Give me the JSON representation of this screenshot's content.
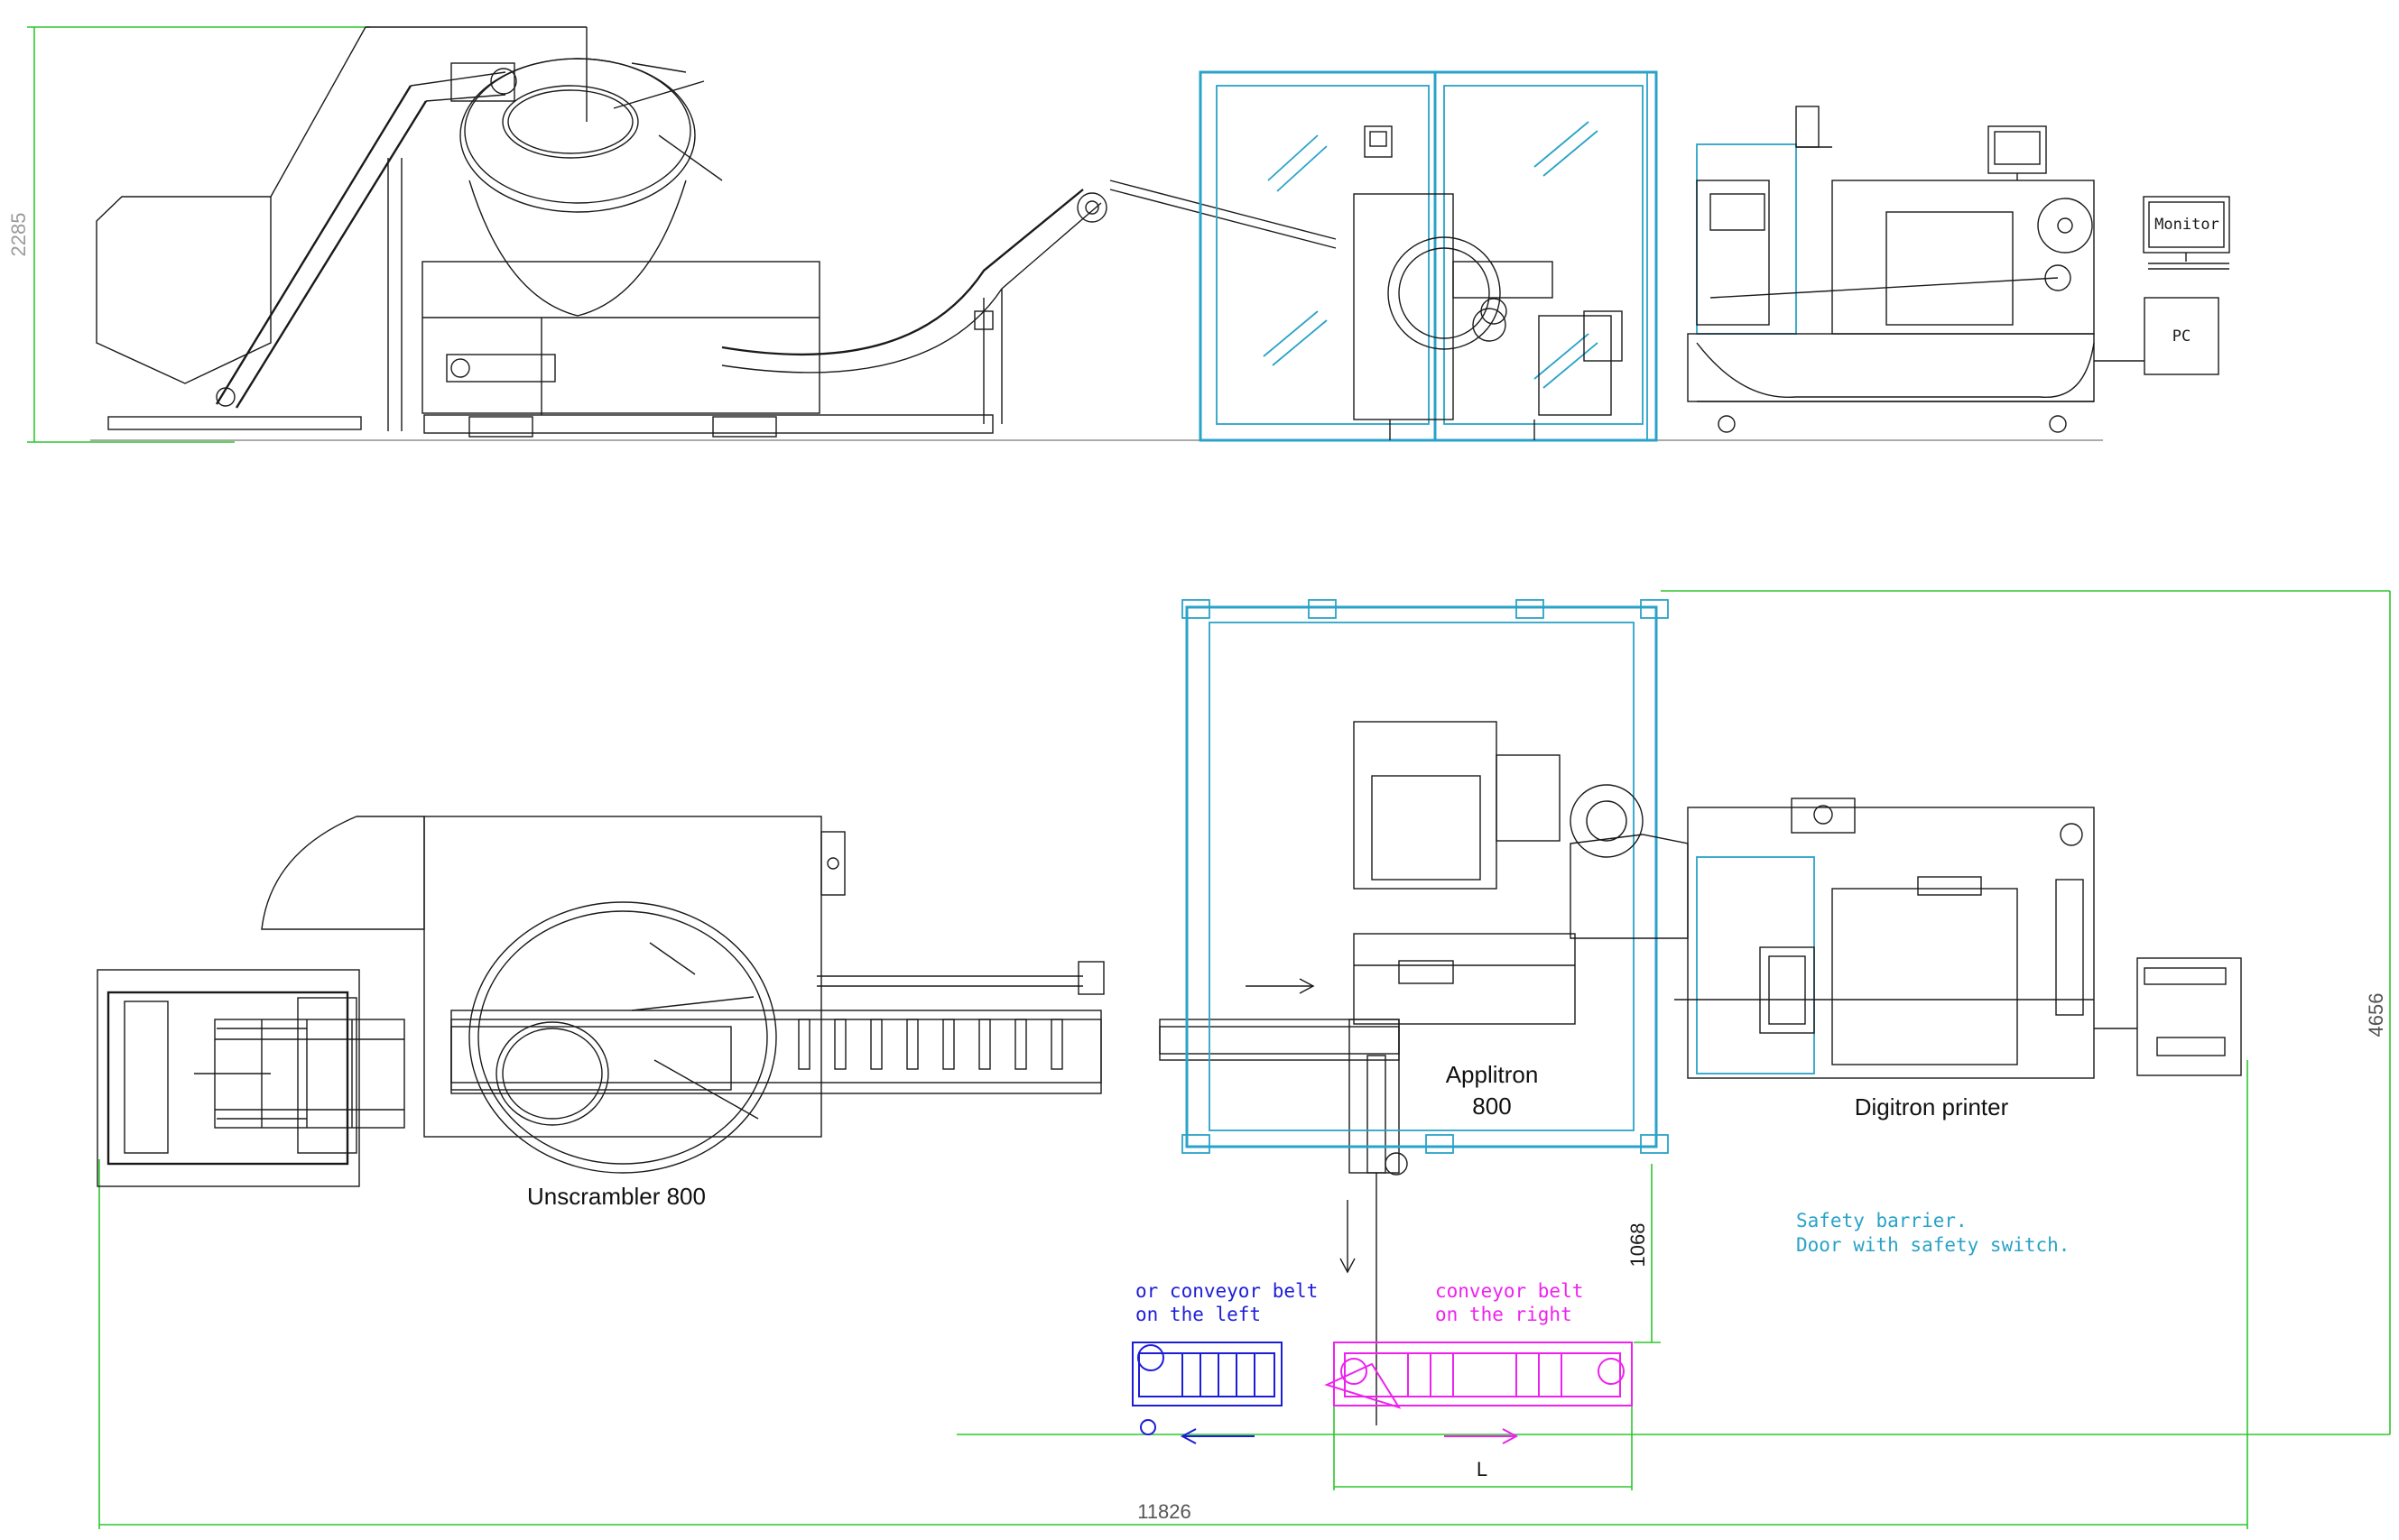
{
  "dimensions": {
    "height_top": "2285",
    "depth_plan": "4656",
    "total_length": "11826",
    "distance_outfeed": "1068",
    "belt_length": "L"
  },
  "labels": {
    "monitor": "Monitor",
    "pc": "PC",
    "unscrambler": "Unscrambler 800",
    "applitron_line1": "Applitron",
    "applitron_line2": "800",
    "printer": "Digitron printer"
  },
  "notes": {
    "safety_line1": "Safety barrier.",
    "safety_line2": "Door with safety switch.",
    "left_belt_line1": "or conveyor belt",
    "left_belt_line2": "on the left",
    "right_belt_line1": "conveyor belt",
    "right_belt_line2": "on the right"
  },
  "colors": {
    "machine": "#1a1a1a",
    "safety_barrier": "#2aa3c8",
    "dimension": "#2dc62d",
    "left_option": "#1d1dd8",
    "right_option": "#ee22ee"
  }
}
